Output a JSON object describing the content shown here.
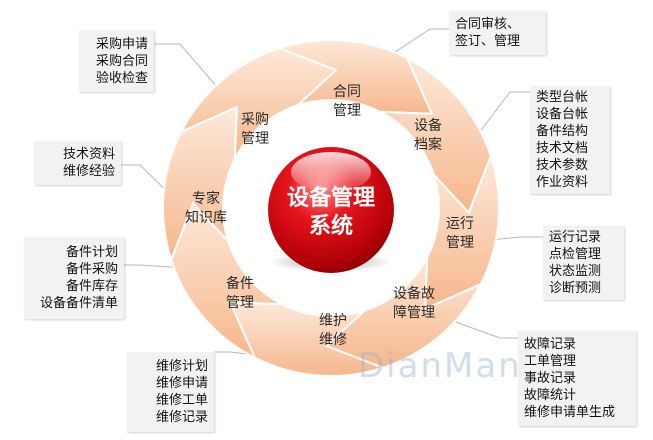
{
  "center": {
    "line1": "设备管理",
    "line2": "系统"
  },
  "segments": [
    {
      "id": "contract",
      "lines": [
        "合同",
        "管理"
      ]
    },
    {
      "id": "archive",
      "lines": [
        "设备",
        "档案"
      ]
    },
    {
      "id": "operation",
      "lines": [
        "运行",
        "管理"
      ]
    },
    {
      "id": "fault",
      "lines": [
        "设备故",
        "障管理"
      ]
    },
    {
      "id": "maintenance",
      "lines": [
        "维护",
        "维修"
      ]
    },
    {
      "id": "spares",
      "lines": [
        "备件",
        "管理"
      ]
    },
    {
      "id": "expert",
      "lines": [
        "专家",
        "知识库"
      ]
    },
    {
      "id": "purchase",
      "lines": [
        "采购",
        "管理"
      ]
    }
  ],
  "callouts": {
    "contract": [
      "合同审核、",
      "签订、管理"
    ],
    "archive": [
      "类型台帐",
      "设备台帐",
      "备件结构",
      "技术文档",
      "技术参数",
      "作业资料"
    ],
    "operation": [
      "运行记录",
      "点检管理",
      "状态监测",
      "诊断预测"
    ],
    "fault": [
      "故障记录",
      "工单管理",
      "事故记录",
      "故障统计",
      "维修申请单生成"
    ],
    "maintenance": [
      "维修计划",
      "维修申请",
      "维修工单",
      "维修记录"
    ],
    "spares": [
      "备件计划",
      "备件采购",
      "备件库存",
      "设备备件清单"
    ],
    "expert": [
      "技术资料",
      "维修经验"
    ],
    "purchase": [
      "采购申请",
      "采购合同",
      "验收检查"
    ]
  },
  "watermark": "DianMan迈",
  "colors": {
    "ring_light": "#fde3cf",
    "ring_dark": "#f4a572",
    "center": "#d90d14",
    "line": "#b8b8b8"
  }
}
